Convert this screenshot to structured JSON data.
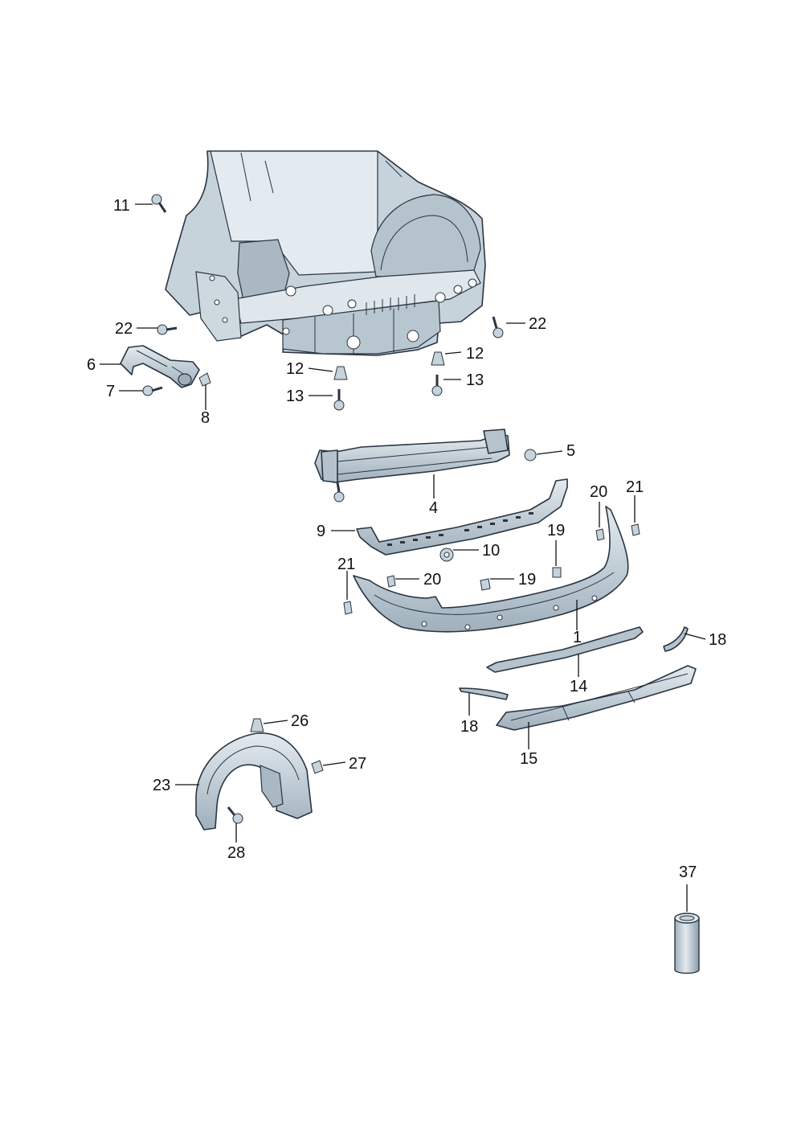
{
  "labels": {
    "l11": "11",
    "l22a": "22",
    "l22b": "22",
    "l6": "6",
    "l7": "7",
    "l8": "8",
    "l12a": "12",
    "l12b": "12",
    "l13a": "13",
    "l13b": "13",
    "l5": "5",
    "l4": "4",
    "l9": "9",
    "l10": "10",
    "l20a": "20",
    "l21a": "21",
    "l19a": "19",
    "l21b": "21",
    "l20b": "20",
    "l19b": "19",
    "l1": "1",
    "l14": "14",
    "l18a": "18",
    "l18b": "18",
    "l15": "15",
    "l26": "26",
    "l27": "27",
    "l23": "23",
    "l28": "28",
    "l37": "37"
  },
  "colors": {
    "part_fill": "#c7d3db",
    "part_shade": "#9fb0bc",
    "part_light": "#e4ebf0",
    "outline": "#2a3440",
    "label_text": "#111111"
  }
}
